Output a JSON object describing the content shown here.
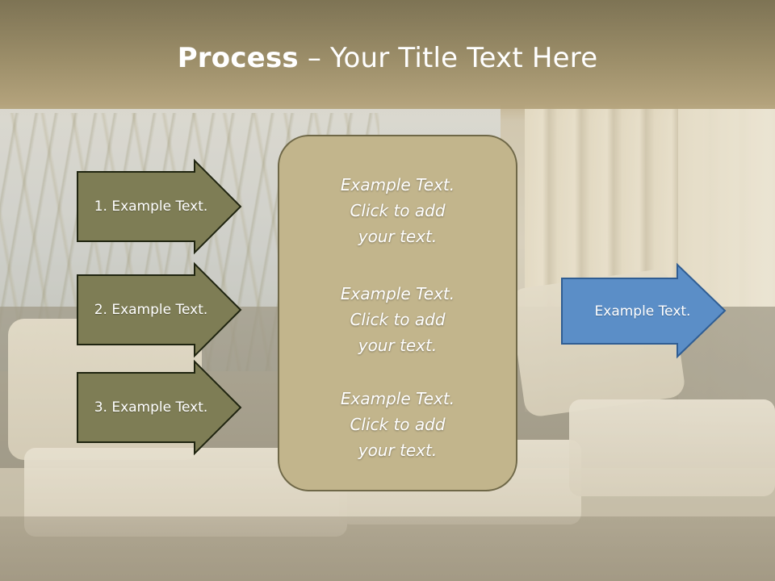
{
  "title": {
    "bold": "Process",
    "rest": " – Your Title Text Here"
  },
  "steps": [
    {
      "label": "1. Example Text."
    },
    {
      "label": "2. Example Text."
    },
    {
      "label": "3. Example Text."
    }
  ],
  "center_box": {
    "paragraphs": [
      [
        "Example Text.",
        "Click  to add",
        "your text."
      ],
      [
        "Example Text.",
        "Click  to add",
        "your text."
      ],
      [
        "Example Text.",
        "Click  to add",
        "your text."
      ]
    ]
  },
  "output": {
    "label": "Example Text."
  },
  "colors": {
    "step_arrow_fill": "#7e7d55",
    "step_arrow_stroke": "#1f2410",
    "center_box_fill": "#c2b58c",
    "center_box_stroke": "#6f6848",
    "output_arrow_fill": "#5b8ec7",
    "output_arrow_stroke": "#2f5d93"
  }
}
